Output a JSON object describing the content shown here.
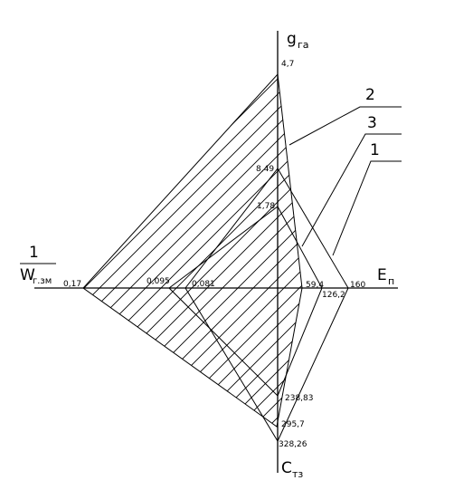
{
  "axes": {
    "top": {
      "main": "g",
      "sub": "га"
    },
    "right": {
      "main": "E",
      "sub": "п"
    },
    "bottom": {
      "main": "C",
      "sub": "тз"
    },
    "left": {
      "numerator": "1",
      "denominator_main": "W",
      "denominator_sub": "г.зм"
    }
  },
  "tick_labels": {
    "top": [
      "4,7",
      "8,49",
      "1,78"
    ],
    "right": [
      "59,4",
      "126,2",
      "160"
    ],
    "bottom": [
      "238,83",
      "295,7",
      "328,26"
    ],
    "left": [
      "0,17",
      "0,095",
      "0,081"
    ]
  },
  "callouts": [
    "2",
    "3",
    "1"
  ],
  "polygons": [
    {
      "id": "2",
      "hatched": true,
      "top": "4,7",
      "right": "59,4",
      "bottom": "295,7",
      "left": "0,17"
    },
    {
      "id": "3",
      "hatched": false,
      "top": "1,78",
      "right": "126,2",
      "bottom": "238,83",
      "left": "0,095"
    },
    {
      "id": "1",
      "hatched": false,
      "top": "8,49",
      "right": "160",
      "bottom": "328,26",
      "left": "0,081"
    }
  ]
}
